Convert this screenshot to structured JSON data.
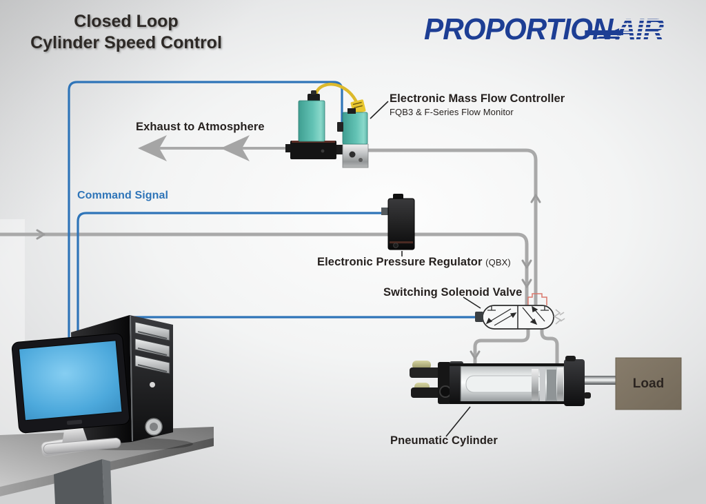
{
  "title": {
    "line1": "Closed Loop",
    "line2": "Cylinder Speed Control"
  },
  "logo": {
    "part1": "PROPORTION",
    "part2": "AIR"
  },
  "labels": {
    "exhaust": "Exhaust to Atmosphere",
    "command_signal": "Command Signal",
    "mass_flow_controller": "Electronic Mass Flow Controller",
    "mass_flow_controller_sub": "FQB3 & F-Series Flow Monitor",
    "pressure_regulator": "Electronic Pressure Regulator",
    "pressure_regulator_model": "(QBX)",
    "solenoid_valve": "Switching Solenoid Valve",
    "pneumatic_cylinder": "Pneumatic Cylinder",
    "load": "Load"
  },
  "components": {
    "mass_flow_controller": "electronic-mass-flow-controller",
    "pressure_regulator": "electronic-pressure-regulator-qbx",
    "solenoid_valve": "switching-solenoid-valve-symbol",
    "pneumatic_cylinder": "pneumatic-cylinder",
    "load": "load-block",
    "computer": "desktop-computer-with-monitor"
  },
  "colors": {
    "command_signal_blue": "#2e74b8",
    "pneumatic_line_gray": "#a9a9a9",
    "logo_blue": "#1d3e94",
    "device_teal": "#56b7aa",
    "load_brown": "#7e7363",
    "screen_blue": "#54b1e4",
    "solenoid_coil_red": "#d9776b"
  }
}
